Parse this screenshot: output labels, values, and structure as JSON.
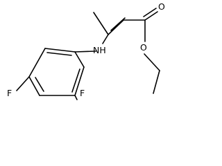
{
  "structure": {
    "atoms": {
      "amine_nh": "NH",
      "ester_carbonyl_o": "O",
      "ester_ether_o": "O",
      "fluorine_para": "F",
      "fluorine_ortho": "F"
    },
    "colors": {
      "bond": "#000000",
      "label": "#000000",
      "background": "#ffffff"
    }
  }
}
